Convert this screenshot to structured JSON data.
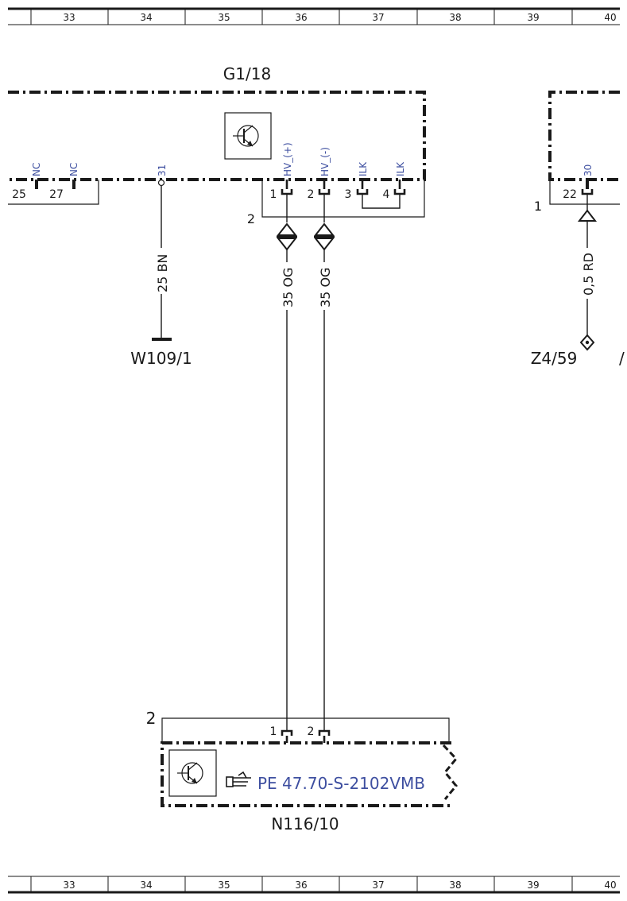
{
  "ruler": {
    "cells": [
      "33",
      "34",
      "35",
      "36",
      "37",
      "38",
      "39",
      "40"
    ]
  },
  "components": {
    "g1_18": {
      "label": "G1/18",
      "left_pins": [
        "25",
        "27"
      ],
      "left_signals": [
        "NC",
        "NC"
      ],
      "ground_signal": "31",
      "right_pins": [
        "1",
        "2",
        "3",
        "4"
      ],
      "right_signals": [
        "HV_(+)",
        "HV_(-)",
        "ILK",
        "ILK"
      ],
      "connector": "2"
    },
    "right_module": {
      "pin": "22",
      "signal": "30",
      "connector": "1"
    },
    "n116_10": {
      "label": "N116/10",
      "pins": [
        "1",
        "2"
      ],
      "connector": "2",
      "reference": "PE 47.70-S-2102VMB"
    },
    "w109_1": {
      "label": "W109/1"
    },
    "z4_59": {
      "label": "Z4/59"
    }
  },
  "wires": {
    "ground": "25 BN",
    "hv_plus": "35 OG",
    "hv_minus": "35 OG",
    "supply": "0,5 RD"
  },
  "icons": [
    "transistor-icon",
    "pointing-hand-icon",
    "hv-plug-icon",
    "ground-icon",
    "splice-icon"
  ]
}
